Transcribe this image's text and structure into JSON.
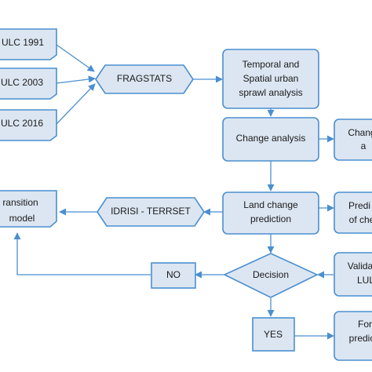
{
  "nodes": {
    "lulc1991": "ULC 1991",
    "lulc2003": "ULC 2003",
    "lulc2016": "ULC 2016",
    "fragstats": "FRAGSTATS",
    "temporal": [
      "Temporal and",
      "Spatial urban",
      "sprawl analysis"
    ],
    "change_analysis": "Change analysis",
    "change_right": [
      "Chang",
      "a"
    ],
    "transition": [
      "ransition",
      "model"
    ],
    "idrisi": "IDRISI - TERRSET",
    "land_change": [
      "Land change",
      "prediction"
    ],
    "predi": [
      "Predi",
      "of che"
    ],
    "no": "NO",
    "decision": "Decision",
    "valida": [
      "Valida",
      "LUL"
    ],
    "yes": "YES",
    "for": [
      "For",
      "predic"
    ]
  },
  "colors": {
    "box_fill": "#dce6f2",
    "border": "#4a8fd0",
    "text": "#1a1a1a"
  }
}
